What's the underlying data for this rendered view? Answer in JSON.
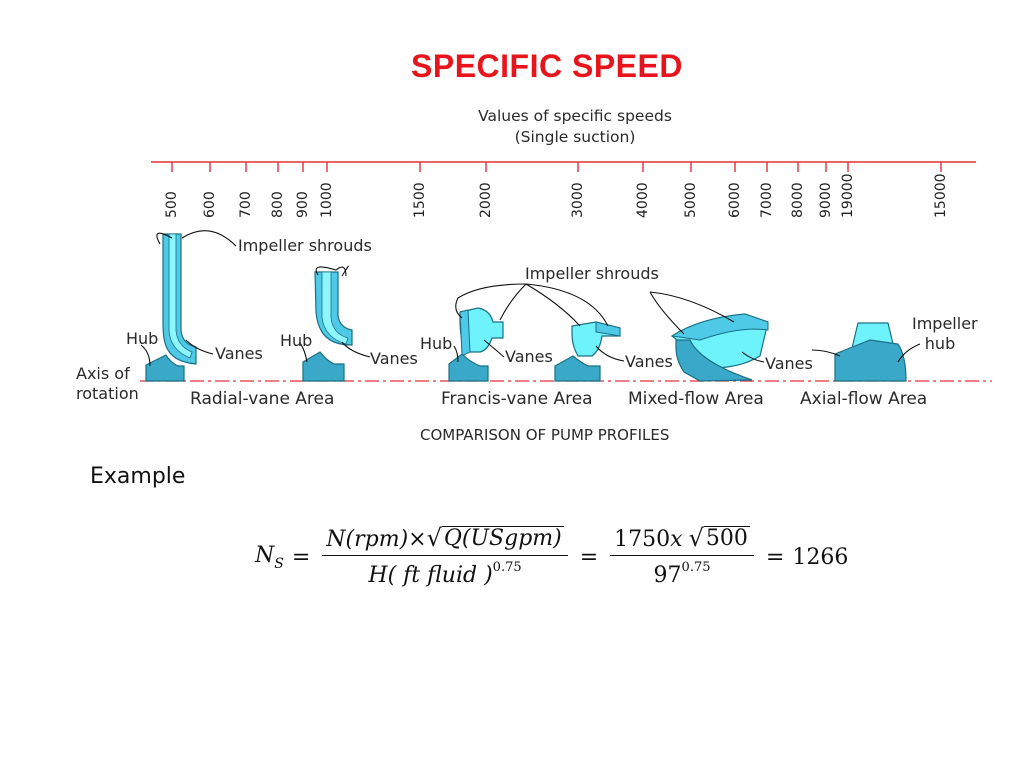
{
  "slide": {
    "title": "SPECIFIC SPEED"
  },
  "scale": {
    "header_line1": "Values of specific speeds",
    "header_line2": "(Single suction)",
    "ticks": [
      "500",
      "600",
      "700",
      "800",
      "900",
      "1000",
      "1500",
      "2000",
      "3000",
      "4000",
      "5000",
      "6000",
      "7000",
      "8000",
      "9000",
      "19000",
      "15000"
    ]
  },
  "diagram": {
    "impeller_shrouds_1": "Impeller shrouds",
    "impeller_shrouds_2": "Impeller shrouds",
    "hub_1": "Hub",
    "hub_2": "Hub",
    "hub_3": "Hub",
    "vanes_1": "Vanes",
    "vanes_2": "Vanes",
    "vanes_3": "Vanes",
    "vanes_4": "Vanes",
    "vanes_5": "Vanes",
    "impeller_hub_line1": "Impeller",
    "impeller_hub_line2": "hub",
    "axis_line1": "Axis of",
    "axis_line2": "rotation",
    "area_radial": "Radial-vane Area",
    "area_francis": "Francis-vane Area",
    "area_mixed": "Mixed-flow Area",
    "area_axial": "Axial-flow Area",
    "caption": "COMPARISON OF PUMP PROFILES"
  },
  "example": {
    "label": "Example",
    "lhs_symbol": "N",
    "lhs_subscript": "S",
    "equals": "=",
    "num1_prefix": "N(rpm)×",
    "num1_radicand": "Q(USgpm)",
    "den1_base": "H( ft fluid )",
    "den1_exp": "0.75",
    "num2_prefix": "1750",
    "num2_x": "x",
    "num2_radicand": "500",
    "den2_base": "97",
    "den2_exp": "0.75",
    "result": "1266"
  },
  "colors": {
    "title": "#e8141c",
    "scale_line": "#e0303a",
    "impeller_fill": "#4ec9e6",
    "impeller_light": "#6ef2fb",
    "hub_dark": "#3aa9c9"
  }
}
